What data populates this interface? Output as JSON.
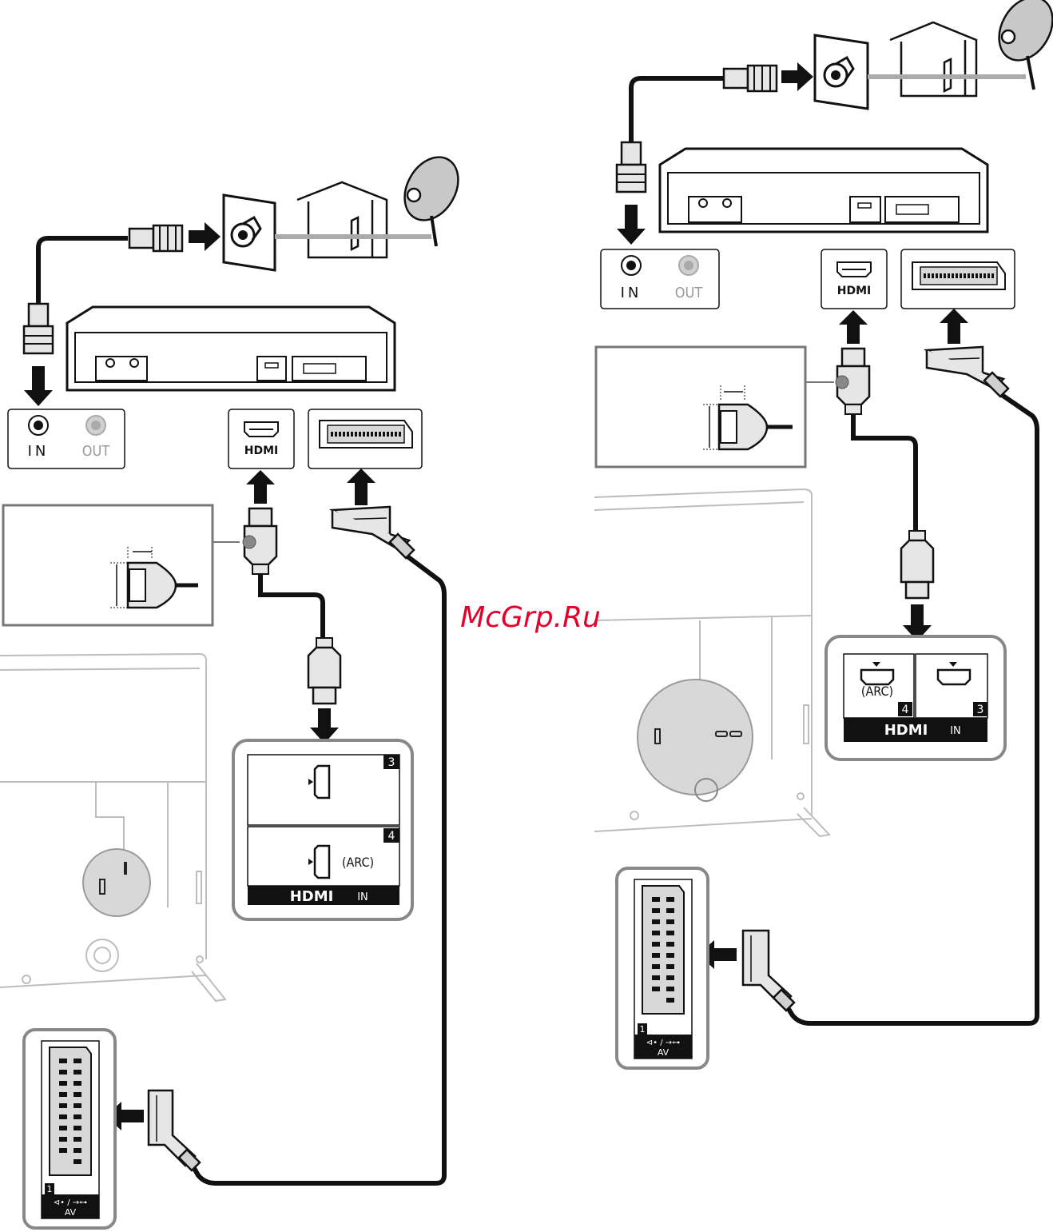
{
  "watermark": "McGrp.Ru",
  "diagram_a": {
    "antenna_in": "IN",
    "antenna_out": "OUT",
    "hdmi_logo": "HDMI",
    "tv_hdmi_port_top_num": "3",
    "tv_hdmi_port_bottom_num": "4",
    "tv_hdmi_arc": "(ARC)",
    "tv_hdmi_in": "IN",
    "scart_num": "1",
    "scart_icon": "⊲• / →⊶",
    "scart_av": "AV"
  },
  "diagram_b": {
    "antenna_in": "IN",
    "antenna_out": "OUT",
    "hdmi_logo": "HDMI",
    "tv_hdmi_port_left_num": "4",
    "tv_hdmi_port_right_num": "3",
    "tv_hdmi_arc": "(ARC)",
    "tv_hdmi_in": "IN",
    "scart_num": "1",
    "scart_icon": "⊲• / →⊶",
    "scart_av": "AV"
  }
}
